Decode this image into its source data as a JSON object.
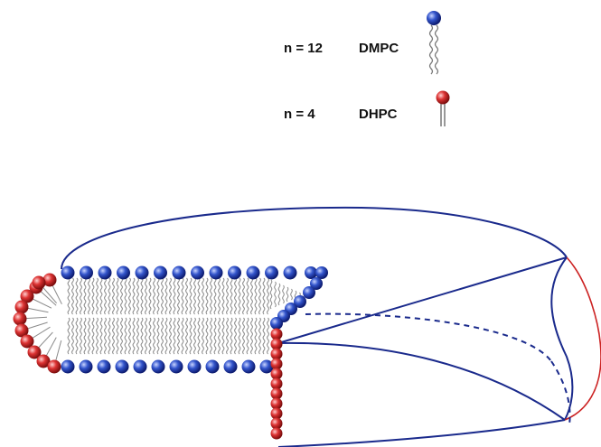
{
  "legend": {
    "dmpc": {
      "count": "n = 12",
      "name": "DMPC",
      "head_color": "#3355cc"
    },
    "dhpc": {
      "count": "n = 4",
      "name": "DHPC",
      "head_color": "#dd3333"
    }
  },
  "colors": {
    "outline_blue": "#1a2a8c",
    "outline_red": "#cc2222",
    "tail_gray": "#808080",
    "dmpc_head": "#3355cc",
    "dhpc_head": "#dd3333"
  }
}
